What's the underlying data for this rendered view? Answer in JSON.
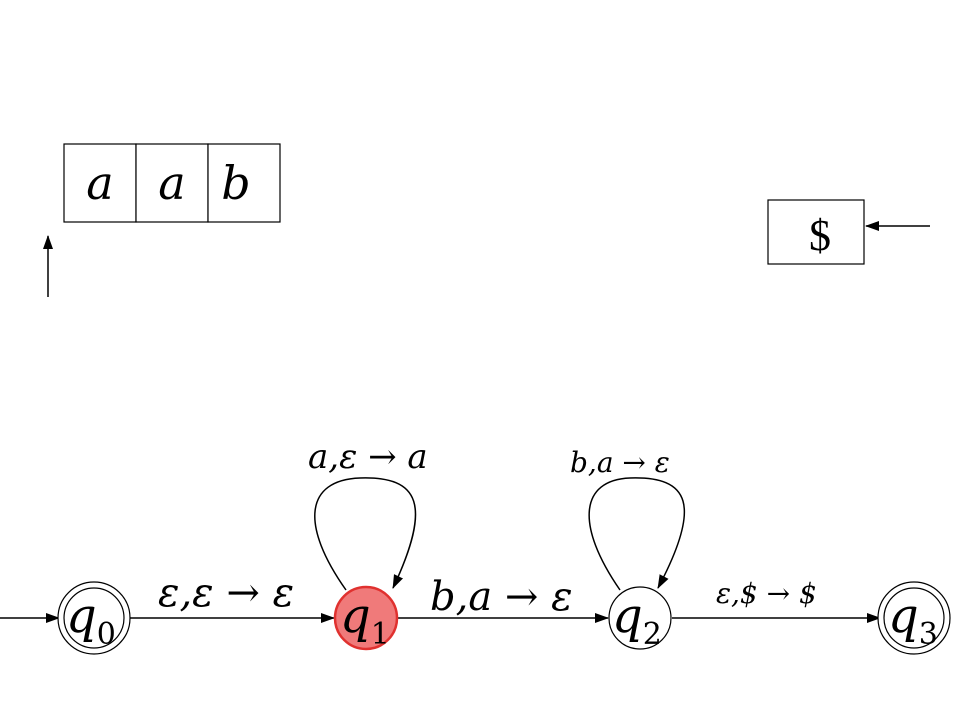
{
  "tape": {
    "cells": [
      "a",
      "a",
      "b"
    ]
  },
  "stack": {
    "top_symbol": "$"
  },
  "states": [
    {
      "name": "q",
      "index": "0",
      "accepting": true,
      "current": false
    },
    {
      "name": "q",
      "index": "1",
      "accepting": false,
      "current": true
    },
    {
      "name": "q",
      "index": "2",
      "accepting": false,
      "current": false
    },
    {
      "name": "q",
      "index": "3",
      "accepting": true,
      "current": false
    }
  ],
  "transitions": {
    "q0_q1": "ε,ε → ε",
    "q1_loop": "a,ε → a",
    "q1_q2": "b,a → ε",
    "q2_loop": "b,a → ε",
    "q2_q3": "ε,$ → $"
  },
  "colors": {
    "current_state_fill": "#f07a7a",
    "current_state_stroke": "#e0312f",
    "stroke": "#000000"
  }
}
